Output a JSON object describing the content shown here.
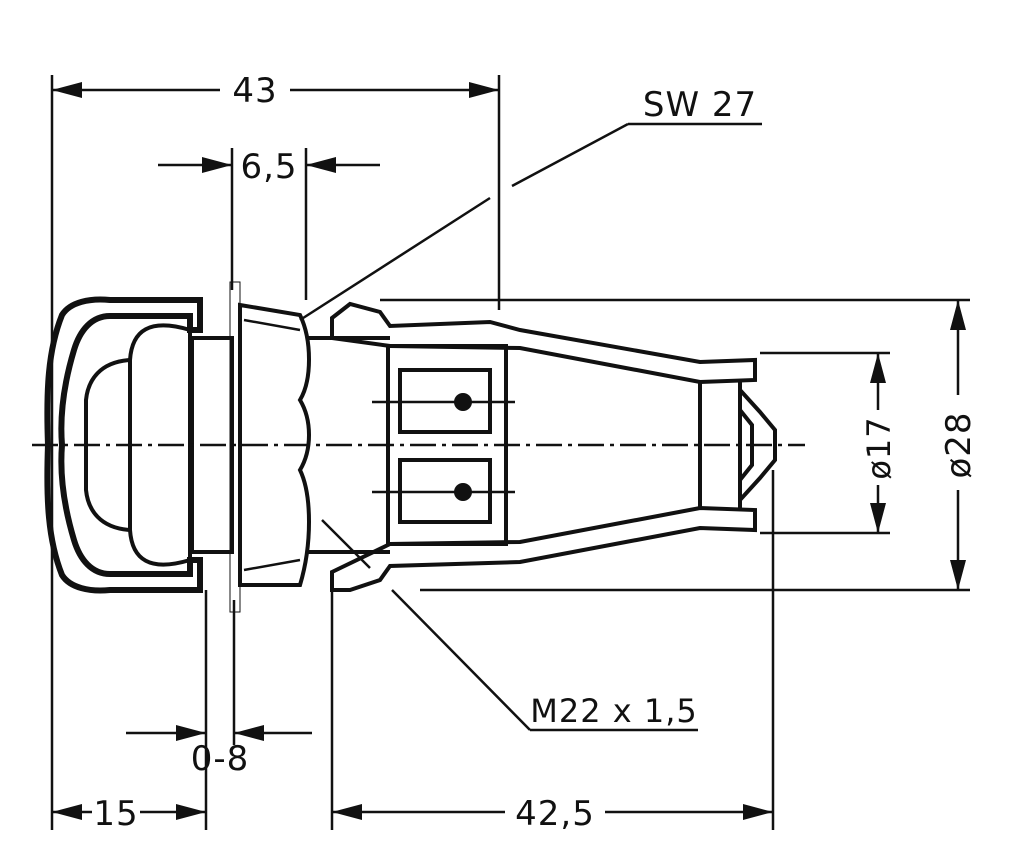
{
  "labels": {
    "overall_length": "43",
    "flange_width": "6,5",
    "wrench_size": "SW 27",
    "diameter_large": "ø28",
    "diameter_small": "ø17",
    "thread": "M22 x 1,5",
    "panel_thickness": "0-8",
    "front_length": "15",
    "rear_length": "42,5"
  },
  "colors": {
    "ink": "#111111",
    "paper": "#ffffff"
  }
}
